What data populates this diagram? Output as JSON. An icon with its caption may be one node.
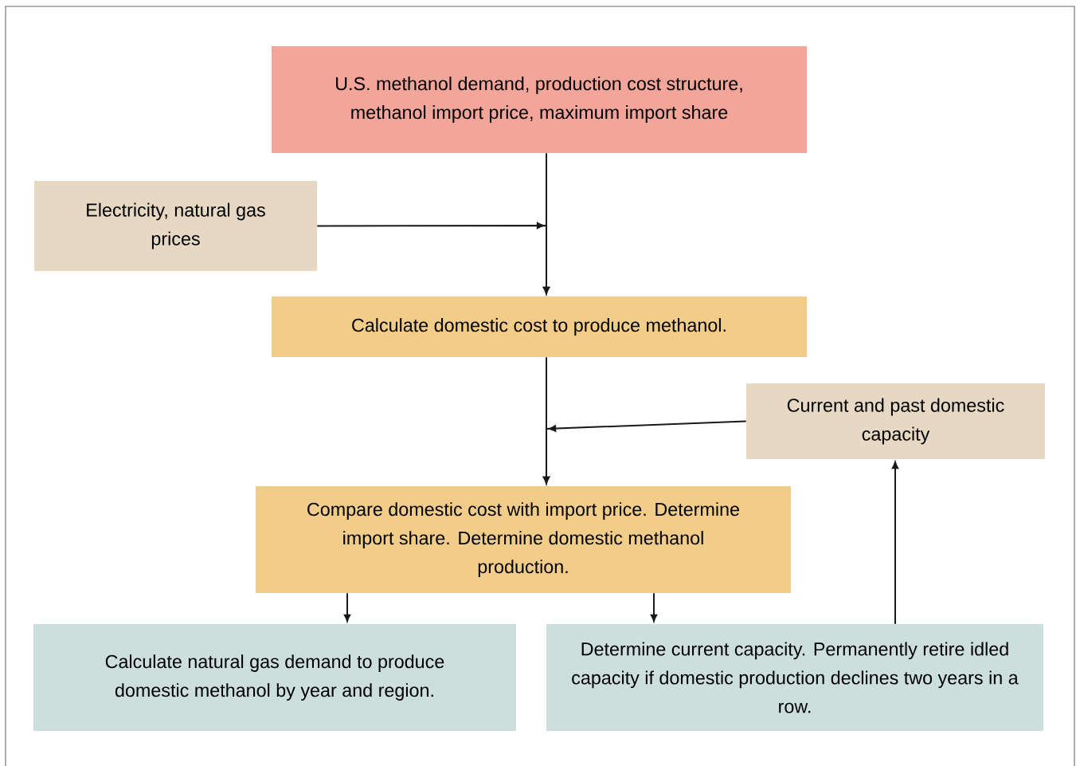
{
  "diagram": {
    "nodes": [
      {
        "text": [
          "U.S. methanol demand, production cost structure, methanol import price, maximum import share"
        ]
      },
      {
        "text": [
          "Electricity, natural gas prices"
        ]
      },
      {
        "text": [
          "Calculate domestic cost to produce methanol."
        ]
      },
      {
        "text": [
          "Current and past domestic capacity"
        ]
      },
      {
        "text": [
          "Compare domestic cost with import price. Determine import share.  Determine domestic methanol production."
        ]
      },
      {
        "text": [
          "Calculate natural gas demand to produce domestic methanol by year and region."
        ]
      },
      {
        "text": [
          "Determine current capacity.  Permanently retire idled capacity if domestic production declines two years in a row."
        ]
      }
    ],
    "edges": [
      {
        "from": 0,
        "to": 2,
        "arrow": "to"
      },
      {
        "from": 1,
        "to": 2,
        "arrow": "to"
      },
      {
        "from": 2,
        "to": 4,
        "arrow": "to"
      },
      {
        "from": 3,
        "to": 4,
        "arrow": "to"
      },
      {
        "from": 4,
        "to": 5,
        "arrow": "to"
      },
      {
        "from": 4,
        "to": 6,
        "arrow": "to"
      },
      {
        "from": 6,
        "to": 3,
        "arrow": "to"
      }
    ]
  }
}
